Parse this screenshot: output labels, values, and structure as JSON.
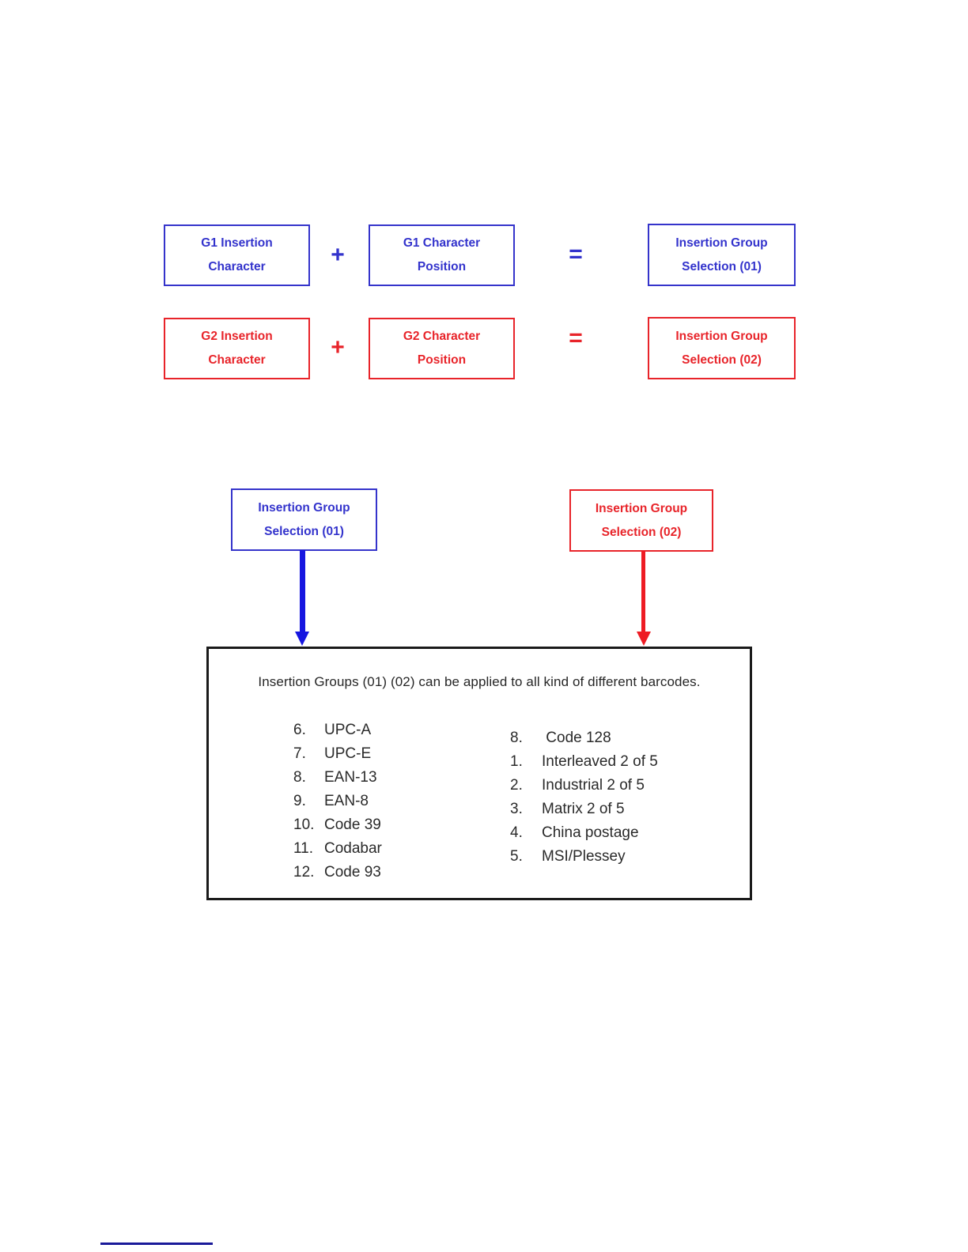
{
  "colors": {
    "blue": "#3333cc",
    "red": "#e8242a",
    "arrow_blue": "#1616e0",
    "arrow_red": "#ee1c24",
    "panel_border": "#1a1a1a",
    "text": "#2a2a2a",
    "footer_rule": "#1a1a99"
  },
  "flow": {
    "rows": [
      {
        "box1": {
          "line1": "G1 Insertion",
          "line2": "Character"
        },
        "plus": "+",
        "box2": {
          "line1": "G1 Character",
          "line2": "Position"
        },
        "equals": "=",
        "box3": {
          "line1": "Insertion Group",
          "line2": "Selection (01)"
        }
      },
      {
        "box1": {
          "line1": "G2 Insertion",
          "line2": "Character"
        },
        "plus": "+",
        "box2": {
          "line1": "G2 Character",
          "line2": "Position"
        },
        "equals": "=",
        "box3": {
          "line1": "Insertion Group",
          "line2": "Selection (02)"
        }
      }
    ]
  },
  "selectors": [
    {
      "line1": "Insertion Group",
      "line2": "Selection (01)"
    },
    {
      "line1": "Insertion Group",
      "line2": "Selection (02)"
    }
  ],
  "panel": {
    "title": "Insertion Groups (01) (02) can be applied to all kind of different barcodes.",
    "left_list": [
      {
        "num": "6.",
        "label": "UPC-A"
      },
      {
        "num": "7.",
        "label": "UPC-E"
      },
      {
        "num": "8.",
        "label": "EAN-13"
      },
      {
        "num": "9.",
        "label": "EAN-8"
      },
      {
        "num": "10.",
        "label": "Code 39"
      },
      {
        "num": "11.",
        "label": "Codabar"
      },
      {
        "num": "12.",
        "label": "Code 93"
      }
    ],
    "right_list": [
      {
        "num": "8.",
        "label": " Code 128"
      },
      {
        "num": "1.",
        "label": "Interleaved 2 of 5"
      },
      {
        "num": "2.",
        "label": "Industrial 2 of 5"
      },
      {
        "num": "3.",
        "label": "Matrix 2 of 5"
      },
      {
        "num": "4.",
        "label": "China postage"
      },
      {
        "num": "5.",
        "label": "MSI/Plessey"
      }
    ]
  }
}
